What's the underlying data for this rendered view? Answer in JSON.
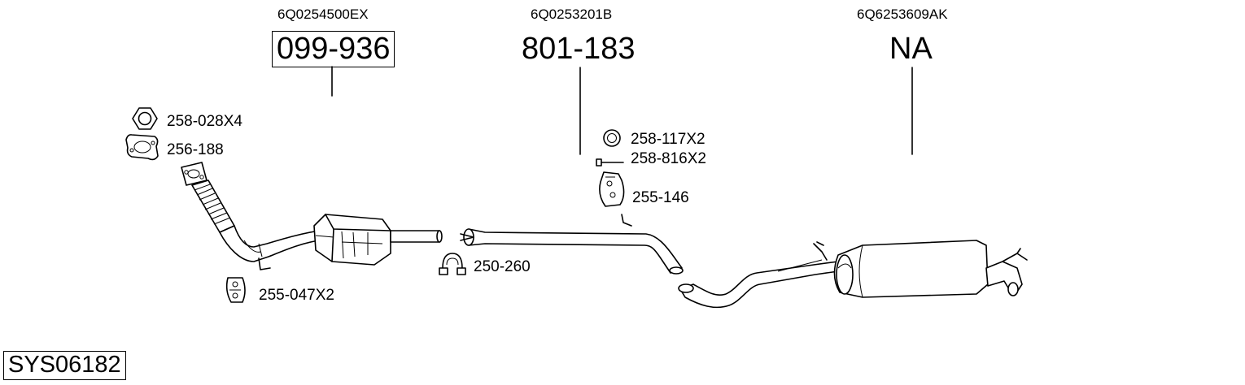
{
  "diagram": {
    "sections": [
      {
        "oe_number": "6Q0254500EX",
        "part_number": "099-936"
      },
      {
        "oe_number": "6Q0253201B",
        "part_number": "801-183"
      },
      {
        "oe_number": "6Q6253609AK",
        "part_number": "NA"
      }
    ],
    "parts": {
      "nut": "258-028X4",
      "gasket": "256-188",
      "rubber_mount_front": "255-047X2",
      "clamp": "250-260",
      "ring": "258-117X2",
      "bolt": "258-816X2",
      "rubber_mount_mid": "255-146"
    },
    "system_code": "SYS06182"
  }
}
